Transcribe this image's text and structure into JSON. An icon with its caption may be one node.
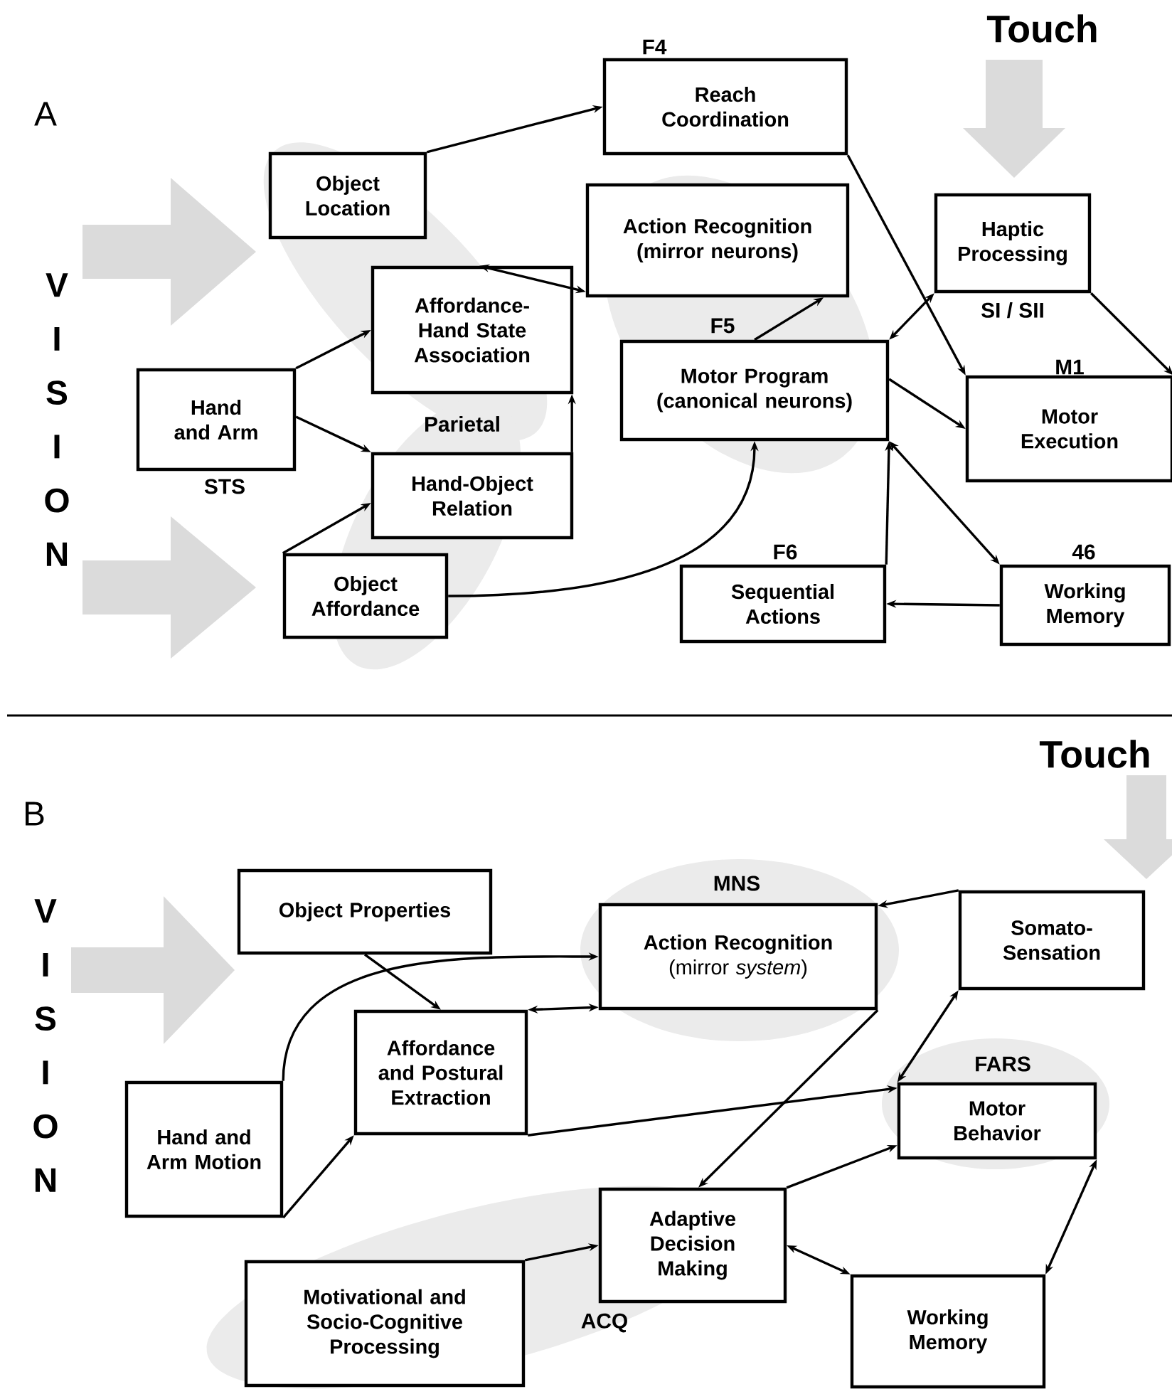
{
  "diagram": {
    "nodes": [
      {
        "text": [
          "Object Location"
        ]
      },
      {
        "text": [
          "Reach Coordination"
        ],
        "beside": [
          "F4"
        ]
      },
      {
        "text": [
          "Action Recognition (mirror neurons)"
        ]
      },
      {
        "text": [
          "Affordance-Hand State Association"
        ]
      },
      {
        "text": [
          "Haptic Processing"
        ],
        "beside": [
          "SI / SII"
        ]
      },
      {
        "text": [
          "Hand and Arm"
        ],
        "beside": [
          "STS"
        ]
      },
      {
        "text": [
          "Motor Program (canonical neurons)"
        ],
        "beside": [
          "F5"
        ]
      },
      {
        "text": [
          "Motor Execution"
        ],
        "beside": [
          "M1"
        ]
      },
      {
        "text": [
          "Hand-Object Relation"
        ]
      },
      {
        "text": [
          "Object Affordance"
        ]
      },
      {
        "text": [
          "Sequential Actions"
        ],
        "beside": [
          "F6"
        ]
      },
      {
        "text": [
          "Working Memory"
        ],
        "beside": [
          "46"
        ]
      },
      {
        "text": [
          "Object Properties"
        ]
      },
      {
        "text": [
          "Action Recognition",
          "(mirror *system*)"
        ],
        "beside": [
          "MNS"
        ]
      },
      {
        "text": [
          "Somato-Sensation"
        ]
      },
      {
        "text": [
          "Affordance and Postural Extraction"
        ]
      },
      {
        "text": [
          "Hand and Arm Motion"
        ]
      },
      {
        "text": [
          "Motor Behavior"
        ],
        "beside": [
          "FARS"
        ]
      },
      {
        "text": [
          "Motivational and Socio-Cognitive Processing"
        ]
      },
      {
        "text": [
          "Adaptive Decision Making"
        ]
      },
      {
        "text": [
          "Working Memory"
        ]
      }
    ],
    "edges": [
      {
        "from": 0,
        "to": 1,
        "arrow": "to"
      },
      {
        "from": 3,
        "to": 2,
        "arrow": "both"
      },
      {
        "from": 5,
        "to": 3,
        "arrow": "to"
      },
      {
        "from": 5,
        "to": 8,
        "arrow": "to"
      },
      {
        "from": 8,
        "to": 3,
        "arrow": "to"
      },
      {
        "from": 9,
        "to": 8,
        "arrow": "to"
      },
      {
        "from": 9,
        "to": 6,
        "arrow": "to"
      },
      {
        "from": 6,
        "to": 2,
        "arrow": "to"
      },
      {
        "from": 1,
        "to": 7,
        "arrow": "to"
      },
      {
        "from": 4,
        "to": 6,
        "arrow": "both"
      },
      {
        "from": 4,
        "to": 7,
        "arrow": "to"
      },
      {
        "from": 6,
        "to": 7,
        "arrow": "to"
      },
      {
        "from": 10,
        "to": 6,
        "arrow": "to"
      },
      {
        "from": 6,
        "to": 11,
        "arrow": "both"
      },
      {
        "from": 11,
        "to": 10,
        "arrow": "to"
      },
      {
        "from": 12,
        "to": 15,
        "arrow": "to"
      },
      {
        "from": 16,
        "to": 13,
        "arrow": "to"
      },
      {
        "from": 16,
        "to": 15,
        "arrow": "to"
      },
      {
        "from": 15,
        "to": 13,
        "arrow": "both"
      },
      {
        "from": 15,
        "to": 17,
        "arrow": "to"
      },
      {
        "from": 14,
        "to": 13,
        "arrow": "to"
      },
      {
        "from": 13,
        "to": 19,
        "arrow": "to"
      },
      {
        "from": 14,
        "to": 17,
        "arrow": "both"
      },
      {
        "from": 19,
        "to": 17,
        "arrow": "to"
      },
      {
        "from": 18,
        "to": 19,
        "arrow": "to"
      },
      {
        "from": 19,
        "to": 20,
        "arrow": "both"
      },
      {
        "from": 17,
        "to": 20,
        "arrow": "both"
      }
    ],
    "labels": [
      "A",
      "Touch",
      "V I S I O N",
      "Parietal",
      "B",
      "Touch",
      "V I S I O N",
      "ACQ"
    ]
  }
}
